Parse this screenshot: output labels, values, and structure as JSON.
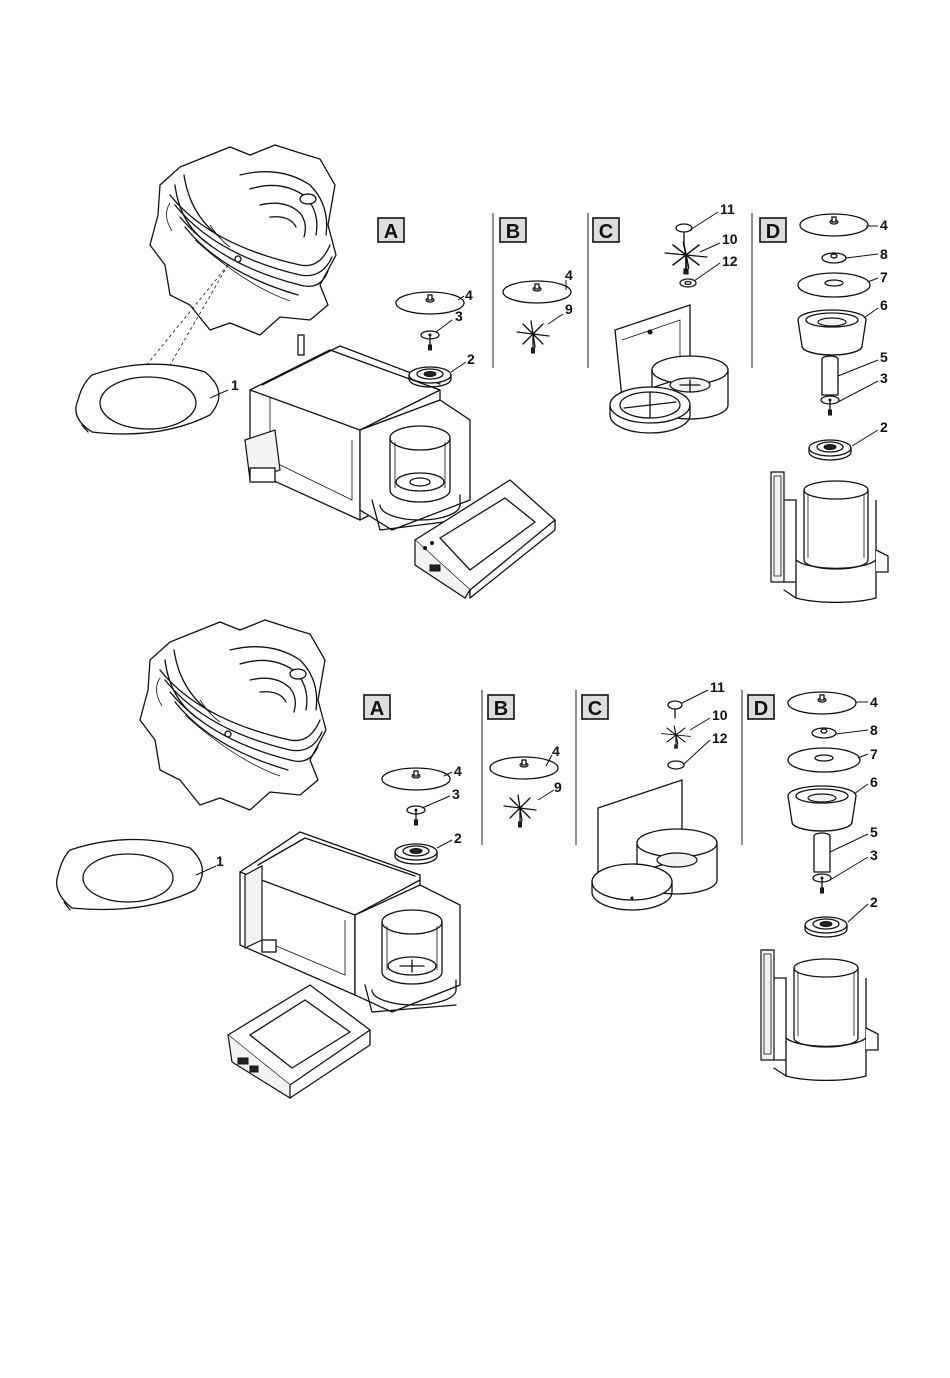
{
  "panels": {
    "A": "A",
    "B": "B",
    "C": "C",
    "D": "D"
  },
  "labels": {
    "n1": "1",
    "n2": "2",
    "n3": "3",
    "n4": "4",
    "n5": "5",
    "n6": "6",
    "n7": "7",
    "n8": "8",
    "n9": "9",
    "n10": "10",
    "n11": "11",
    "n12": "12"
  }
}
